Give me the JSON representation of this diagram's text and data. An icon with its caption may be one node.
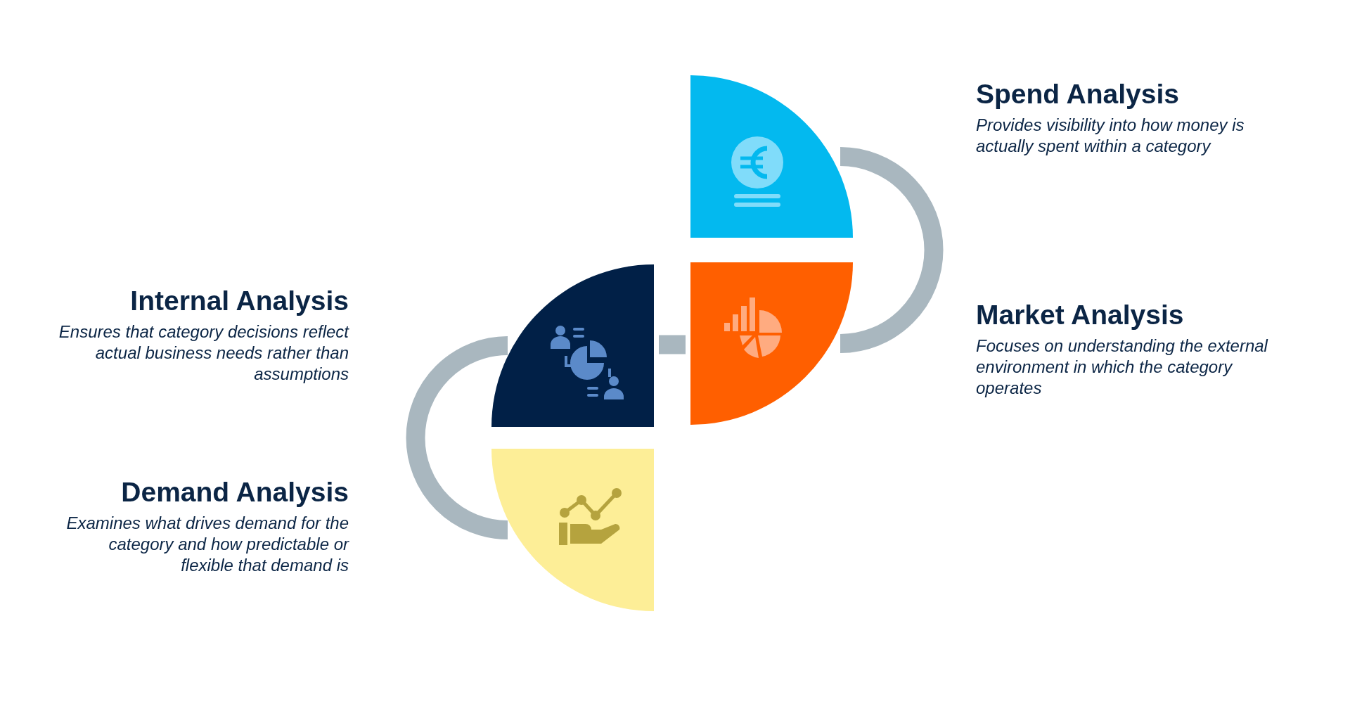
{
  "diagram": {
    "nodes": [
      {
        "text": [],
        "shape": "sector",
        "beside": [
          "Spend Analysis",
          "Provides visibility into how money is actually spent within a category"
        ]
      },
      {
        "text": [],
        "shape": "sector",
        "beside": [
          "Internal Analysis",
          "Ensures that category decisions reflect actual business needs rather than assumptions"
        ]
      },
      {
        "text": [],
        "shape": "sector",
        "beside": [
          "Market Analysis",
          "Focuses on understanding the external environment in which the category operates"
        ]
      },
      {
        "text": [],
        "shape": "sector",
        "beside": [
          "Demand Analysis",
          "Examines what drives demand for the category and how predictable or flexible that demand is"
        ]
      }
    ],
    "edges": [
      {
        "from": 0,
        "to": 2,
        "arrow": "none"
      },
      {
        "from": 1,
        "to": 3,
        "arrow": "none"
      },
      {
        "from": 1,
        "to": 2,
        "arrow": "none"
      }
    ]
  }
}
